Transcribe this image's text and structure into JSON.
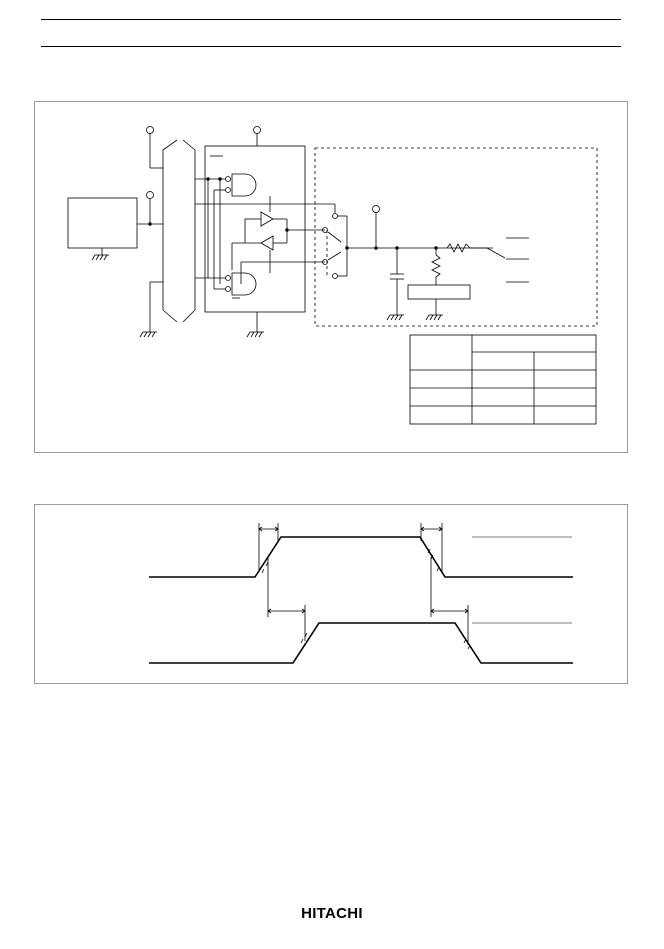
{
  "footer": {
    "brand": "HITACHI"
  },
  "colors": {
    "line": "#000000",
    "panel_border": "#9a9a9a",
    "background": "#ffffff"
  },
  "figures": [
    {
      "id": "test-circuit",
      "kind": "schematic",
      "caption": ""
    },
    {
      "id": "timing-waveform",
      "kind": "timing-diagram",
      "caption": ""
    }
  ]
}
